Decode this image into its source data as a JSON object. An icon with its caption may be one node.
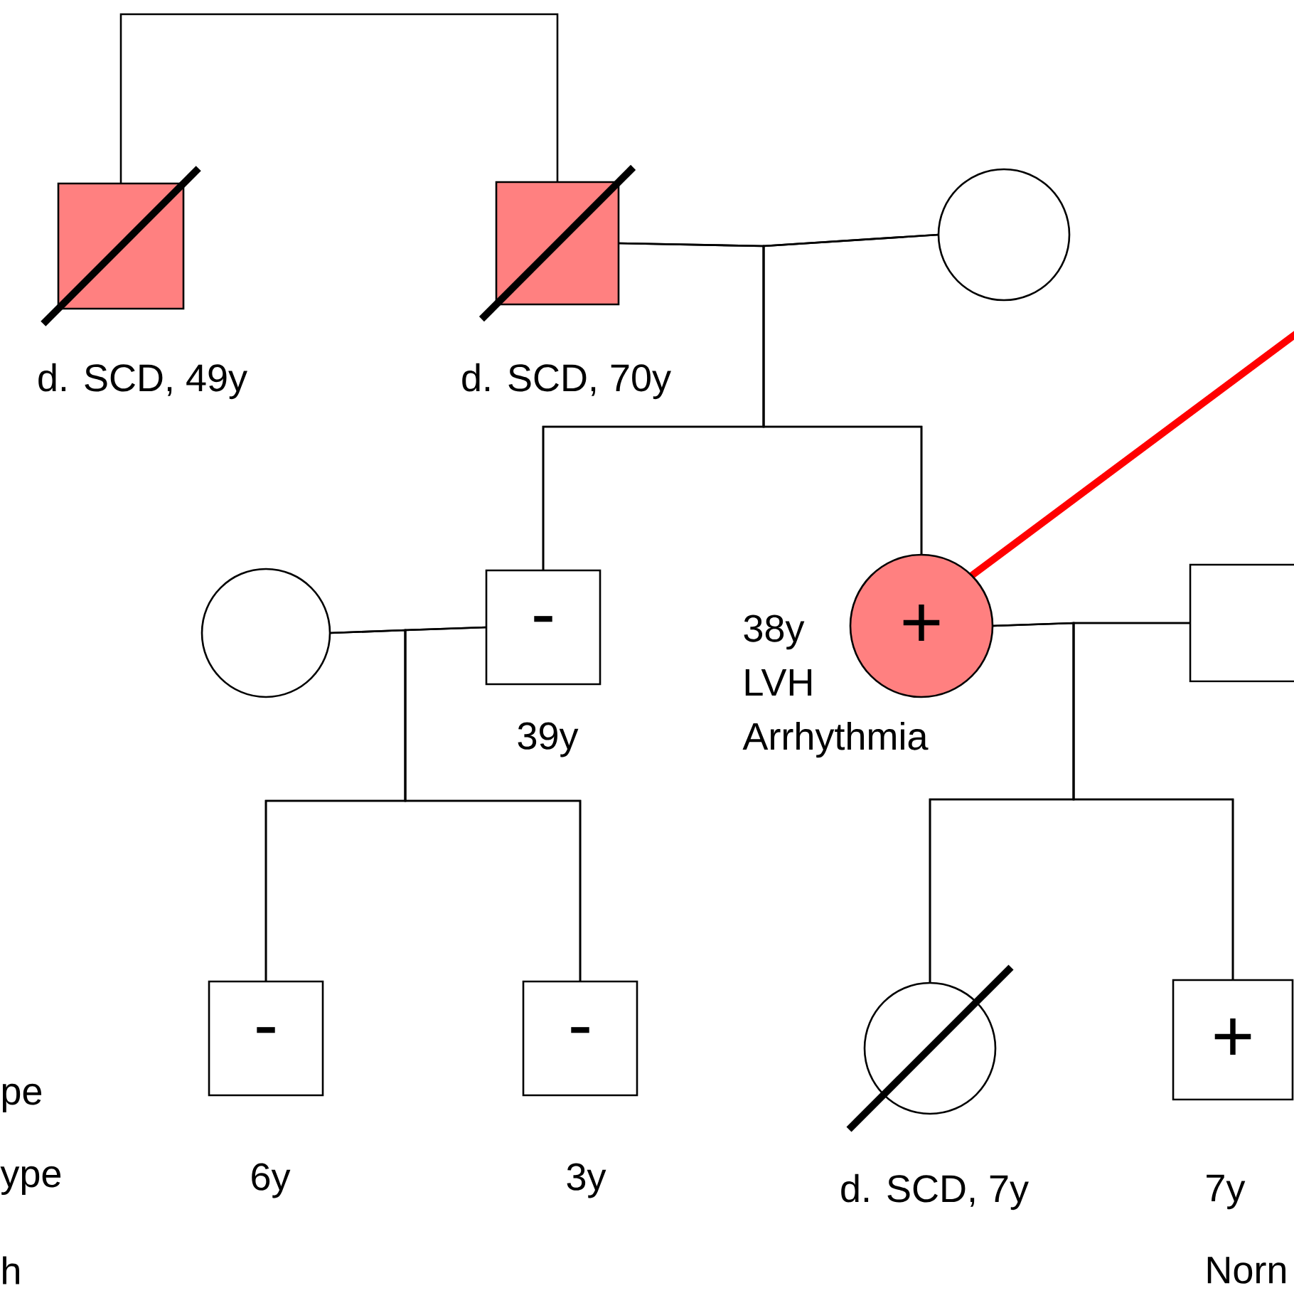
{
  "diagram": {
    "nodes": [
      {
        "text": [],
        "shape": "box",
        "beside": [
          "d. SCD, 49y"
        ]
      },
      {
        "text": [],
        "shape": "box",
        "beside": [
          "d. SCD, 70y"
        ]
      },
      {
        "text": [],
        "shape": "circle"
      },
      {
        "text": [],
        "shape": "circle"
      },
      {
        "text": [
          "-"
        ],
        "beside": [
          "39y"
        ]
      },
      {
        "text": [
          "+"
        ],
        "beside": [
          "38y LVH Arrhythmia"
        ]
      },
      {
        "text": [],
        "shape": "box"
      },
      {
        "text": [
          "-"
        ],
        "beside": [
          "6y"
        ]
      },
      {
        "text": [
          "-"
        ],
        "beside": [
          "3y"
        ]
      },
      {
        "text": [],
        "shape": "circle",
        "beside": [
          "d. SCD, 7y"
        ]
      },
      {
        "text": [
          "+"
        ],
        "beside": [
          "7y",
          "Norn"
        ]
      }
    ],
    "edges": [
      {
        "from": 0,
        "to": 1,
        "arrow": "none"
      },
      {
        "from": 1,
        "to": 4,
        "arrow": "none"
      },
      {
        "from": 2,
        "to": 4,
        "arrow": "none"
      },
      {
        "from": 1,
        "to": 5,
        "arrow": "none"
      },
      {
        "from": 2,
        "to": 5,
        "arrow": "none"
      },
      {
        "from": 3,
        "to": 7,
        "arrow": "none"
      },
      {
        "from": 4,
        "to": 7,
        "arrow": "none"
      },
      {
        "from": 3,
        "to": 8,
        "arrow": "none"
      },
      {
        "from": 4,
        "to": 8,
        "arrow": "none"
      },
      {
        "from": 5,
        "to": 9,
        "arrow": "none"
      },
      {
        "from": 6,
        "to": 9,
        "arrow": "none"
      },
      {
        "from": 5,
        "to": 10,
        "arrow": "none"
      },
      {
        "from": 6,
        "to": 10,
        "arrow": "none"
      },
      {
        "from": 5,
        "to": null,
        "arrow": "none",
        "style": "thick",
        "color": "#ff0000"
      }
    ],
    "labels": [
      "pe",
      "ype",
      "h"
    ]
  }
}
